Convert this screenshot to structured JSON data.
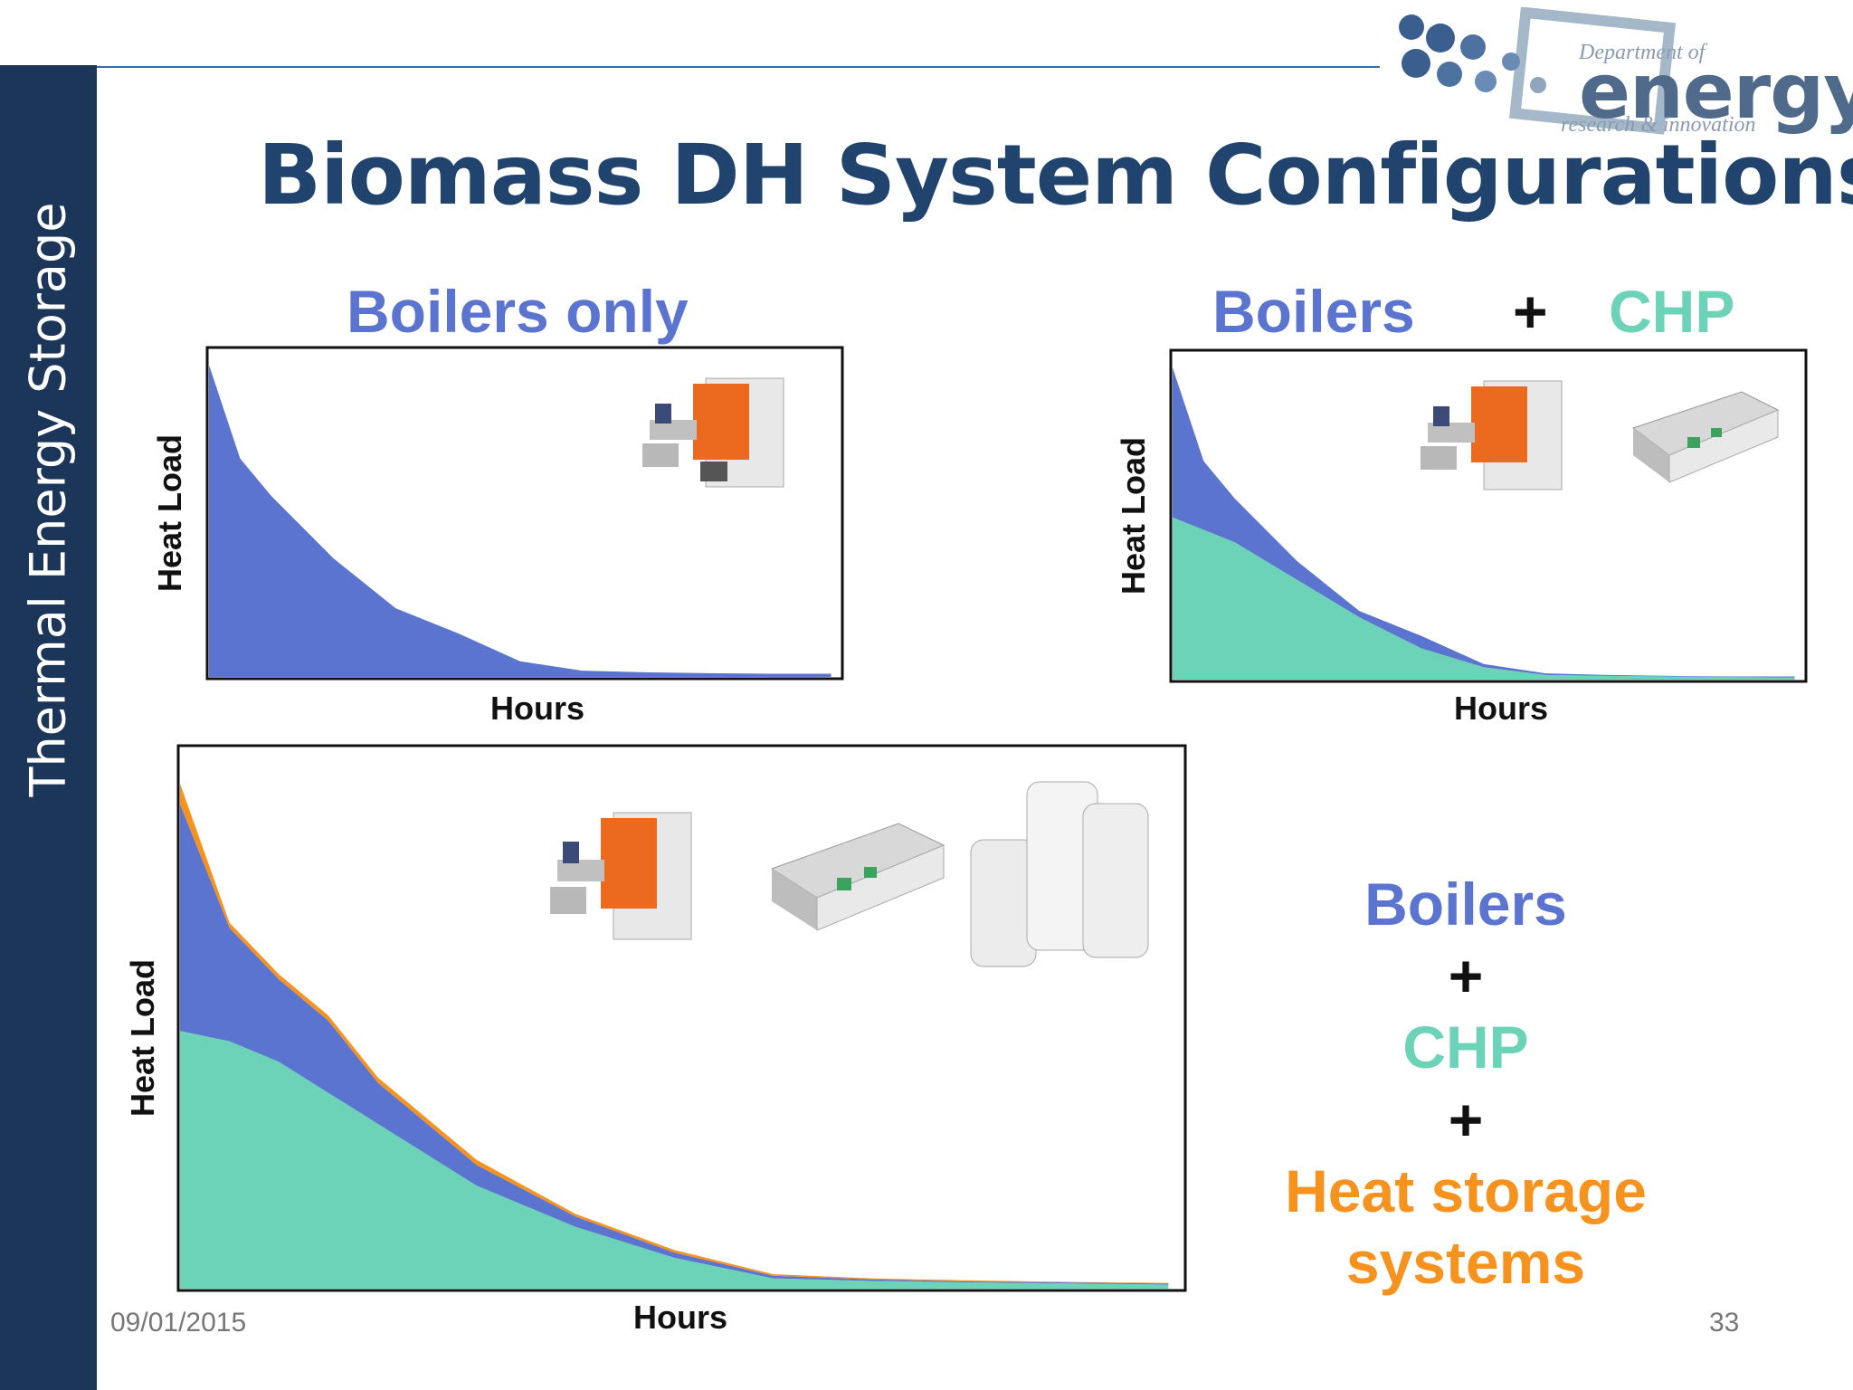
{
  "sidebar": {
    "title": "Thermal Energy Storage"
  },
  "slide": {
    "title": "Biomass DH System Configurations",
    "date": "09/01/2015",
    "page_number": "33"
  },
  "logo": {
    "line1": "Department of",
    "line2": "energy",
    "line3": "research & innovation"
  },
  "headings": {
    "chart1": "Boilers only",
    "chart2_left": "Boilers",
    "chart2_plus": "+",
    "chart2_right": "CHP"
  },
  "legend3": {
    "item1": "Boilers",
    "plus1": "+",
    "item2": "CHP",
    "plus2": "+",
    "item3a": "Heat storage",
    "item3b": "systems"
  },
  "colors": {
    "boilers": "#5b74cf",
    "chp": "#6dd3b8",
    "storage": "#f6931e",
    "title": "#21446f",
    "sidebar": "#1b3658"
  },
  "chart_data": [
    {
      "type": "area",
      "xlabel": "Hours",
      "ylabel": "Heat Load",
      "x": [
        0,
        5,
        10,
        15,
        20,
        30,
        40,
        50,
        60,
        70,
        80,
        90,
        100
      ],
      "series": [
        {
          "name": "Boilers",
          "values": [
            100,
            70,
            58,
            48,
            38,
            22,
            14,
            5,
            2,
            1.5,
            1.2,
            1,
            1
          ]
        }
      ],
      "ylim": [
        0,
        105
      ]
    },
    {
      "type": "area",
      "xlabel": "Hours",
      "ylabel": "Heat Load",
      "x": [
        0,
        5,
        10,
        15,
        20,
        30,
        40,
        50,
        60,
        70,
        80,
        90,
        100
      ],
      "series": [
        {
          "name": "CHP",
          "values": [
            52,
            48,
            44,
            38,
            32,
            20,
            10,
            4,
            1.5,
            1.2,
            1,
            0.8,
            0.7
          ]
        },
        {
          "name": "Boilers",
          "values": [
            48,
            22,
            14,
            10,
            6,
            2,
            4,
            1,
            0.5,
            0.3,
            0.2,
            0.2,
            0.3
          ]
        }
      ],
      "ylim": [
        0,
        105
      ]
    },
    {
      "type": "area",
      "xlabel": "Hours",
      "ylabel": "Heat Load",
      "x": [
        0,
        5,
        10,
        15,
        20,
        30,
        40,
        50,
        60,
        70,
        80,
        90,
        100
      ],
      "series": [
        {
          "name": "CHP",
          "values": [
            50,
            48,
            44,
            38,
            32,
            20,
            12,
            6,
            2,
            1.5,
            1.2,
            1,
            0.8
          ]
        },
        {
          "name": "Boilers",
          "values": [
            44,
            22,
            16,
            14,
            8,
            4,
            2,
            1,
            0.5,
            0.3,
            0.2,
            0.2,
            0.2
          ]
        },
        {
          "name": "Heat storage systems",
          "values": [
            4,
            1,
            1,
            1,
            1,
            1,
            0.5,
            0.5,
            0.3,
            0.2,
            0.2,
            0.1,
            0.1
          ]
        }
      ],
      "ylim": [
        0,
        105
      ]
    }
  ]
}
